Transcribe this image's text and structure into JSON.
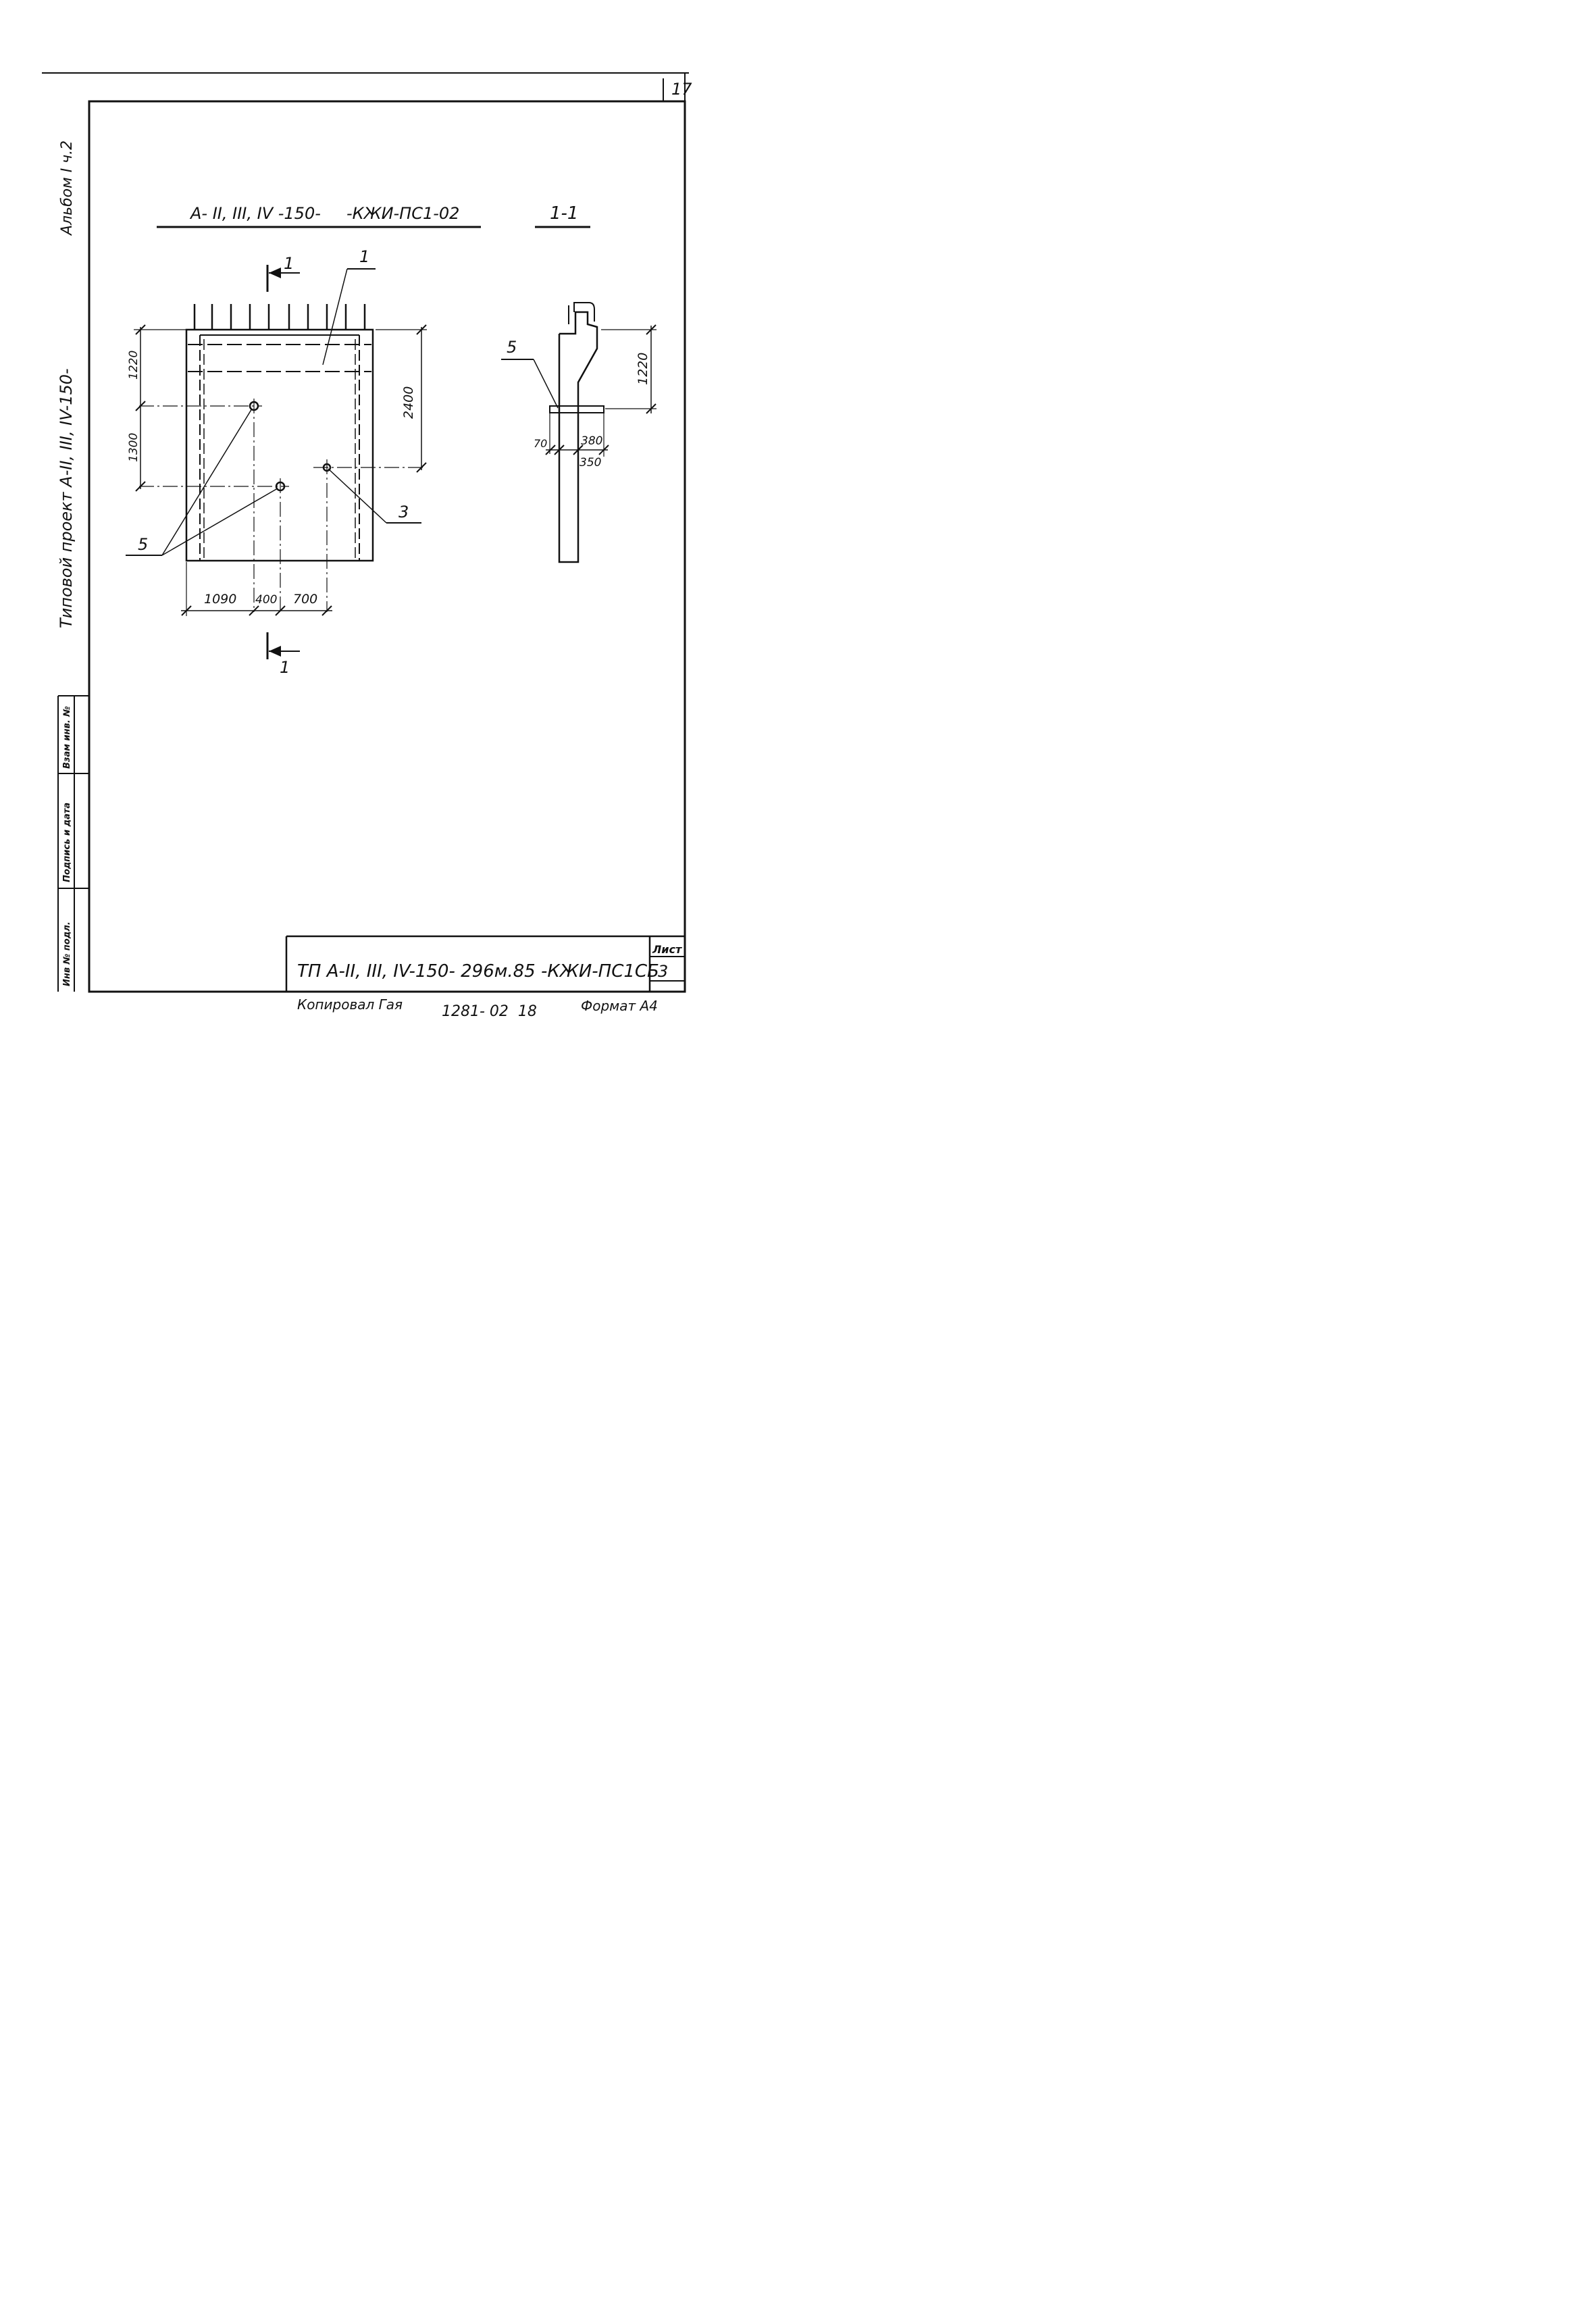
{
  "sheet_corner_number": "17",
  "side_texts": {
    "album": "Альбом I ч.2",
    "project": "Типовой проект А-II, III, IV-150-"
  },
  "titles": {
    "main": "А- II, III, IV -150-     -КЖИ-ПС1-02",
    "section": "1-1"
  },
  "callouts": {
    "section_mark_top": "1",
    "section_mark_bottom": "1",
    "item_1": "1",
    "item_3": "3",
    "item_5_front": "5",
    "item_5_side": "5"
  },
  "dimensions": {
    "front_left_top": "1220",
    "front_left_bottom": "1300",
    "front_right": "2400",
    "front_bottom_1": "1090",
    "front_bottom_2": "400",
    "front_bottom_3": "700",
    "side_right": "1220",
    "side_70": "70",
    "side_380": "380",
    "side_350": "350"
  },
  "stamp_columns": [
    "Инв № подл.",
    "Подпись и дата",
    "Взам инв. №"
  ],
  "title_block": {
    "code": "ТП А-II, III, IV-150- 296м.85 -КЖИ-ПС1СБ",
    "sheet_label": "Лист",
    "sheet_number": "3"
  },
  "footer": {
    "copied": "Копировал Гая",
    "number": "1281- 02  18",
    "format": "Формат А4"
  }
}
